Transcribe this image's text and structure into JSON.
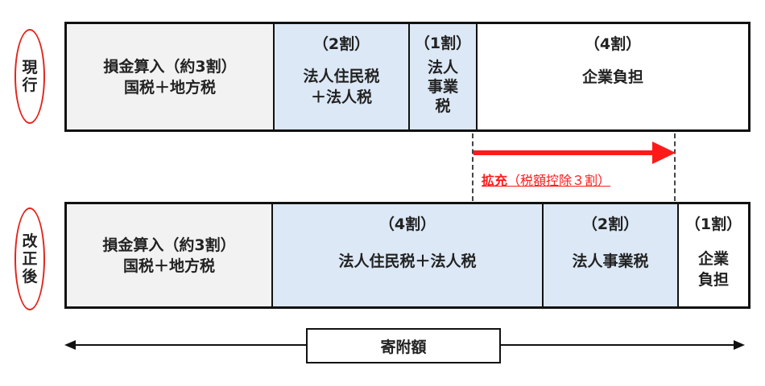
{
  "rows": {
    "current": {
      "label": [
        "現",
        "行"
      ],
      "cells": [
        {
          "top": "",
          "lines": [
            "損金算入（約3割）",
            "国税＋地方税"
          ]
        },
        {
          "top": "（2割）",
          "lines": [
            "法人住民税",
            "＋法人税"
          ]
        },
        {
          "top": "（1割）",
          "lines": [
            "法人",
            "事業",
            "税"
          ]
        },
        {
          "top": "（4割）",
          "lines": [
            "企業負担"
          ]
        }
      ]
    },
    "revised": {
      "label": [
        "改",
        "正",
        "後"
      ],
      "cells": [
        {
          "top": "",
          "lines": [
            "損金算入（約3割）",
            "国税＋地方税"
          ]
        },
        {
          "top": "（4割）",
          "lines": [
            "法人住民税＋法人税"
          ]
        },
        {
          "top": "（2割）",
          "lines": [
            "法人事業税"
          ]
        },
        {
          "top": "（1割）",
          "lines": [
            "企業",
            "負担"
          ]
        }
      ]
    }
  },
  "expansion": {
    "word": "拡充",
    "detail": "（税額控除３割）"
  },
  "total": {
    "label": "寄附額"
  },
  "colors": {
    "accent_red": "#ff1a1a",
    "blue_fill": "#dce8f5",
    "gray_fill": "#f2f2f2",
    "oval_red": "#e0261b"
  }
}
